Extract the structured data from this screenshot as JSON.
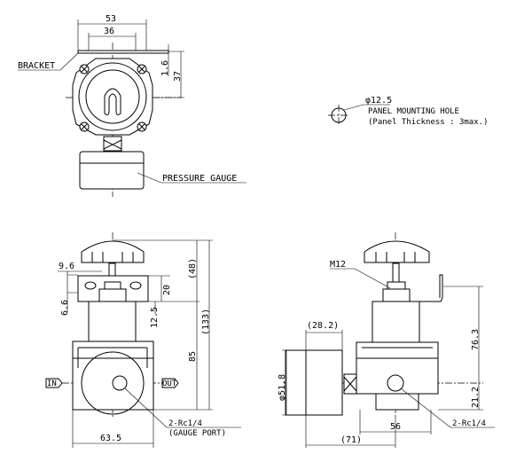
{
  "top_view": {
    "dim_width_outer": "53",
    "dim_width_inner": "36",
    "dim_thickness": "1.6",
    "dim_height": "37",
    "label_bracket": "BRACKET",
    "label_gauge": "PRESSURE GAUGE"
  },
  "panel_hole": {
    "diameter": "φ12.5",
    "title": "PANEL MOUNTING HOLE",
    "note": "(Panel Thickness : 3max.)"
  },
  "front_view": {
    "dim_9_6": "9.6",
    "dim_6_6": "6.6",
    "dim_20": "20",
    "dim_12_5": "12.5",
    "dim_48": "(48)",
    "dim_85": "85",
    "dim_133": "(133)",
    "dim_63_5": "63.5",
    "label_in": "IN",
    "label_out": "OUT",
    "label_port": "2-Rc1/4",
    "label_gauge_port": "(GAUGE PORT)"
  },
  "side_view": {
    "label_m12": "M12",
    "dim_28_2": "(28.2)",
    "dim_51_8": "φ51.8",
    "dim_76_3": "76.3",
    "dim_21_2": "21.2",
    "dim_56": "56",
    "dim_71": "(71)",
    "label_port": "2-Rc1/4"
  }
}
